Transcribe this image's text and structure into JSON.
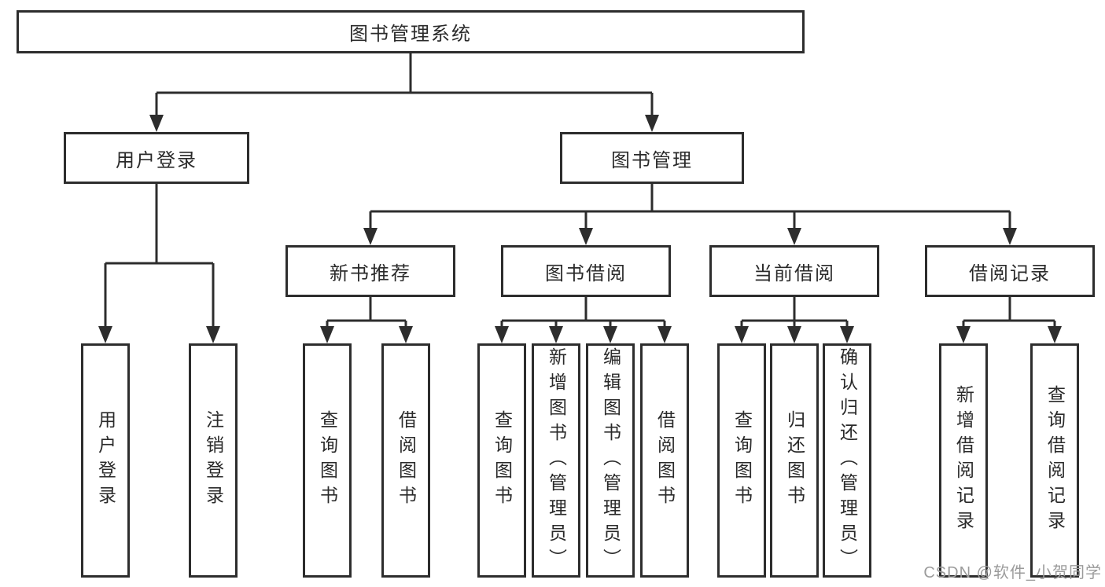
{
  "diagram": {
    "root": {
      "label": "图书管理系统"
    },
    "level2": [
      {
        "label": "用户登录"
      },
      {
        "label": "图书管理"
      }
    ],
    "level3": [
      {
        "label": "新书推荐",
        "parent": "图书管理"
      },
      {
        "label": "图书借阅",
        "parent": "图书管理"
      },
      {
        "label": "当前借阅",
        "parent": "图书管理"
      },
      {
        "label": "借阅记录",
        "parent": "图书管理"
      }
    ],
    "leaves": [
      {
        "label": "用户登录",
        "parent": "用户登录"
      },
      {
        "label": "注销登录",
        "parent": "用户登录"
      },
      {
        "label": "查询图书",
        "parent": "新书推荐"
      },
      {
        "label": "借阅图书",
        "parent": "新书推荐"
      },
      {
        "label": "查询图书",
        "parent": "图书借阅"
      },
      {
        "label": "新增图书（管理员）",
        "parent": "图书借阅"
      },
      {
        "label": "编辑图书（管理员）",
        "parent": "图书借阅"
      },
      {
        "label": "借阅图书",
        "parent": "图书借阅"
      },
      {
        "label": "查询图书",
        "parent": "当前借阅"
      },
      {
        "label": "归还图书",
        "parent": "当前借阅"
      },
      {
        "label": "确认归还（管理员）",
        "parent": "当前借阅"
      },
      {
        "label": "新增借阅记录",
        "parent": "借阅记录"
      },
      {
        "label": "查询借阅记录",
        "parent": "借阅记录"
      }
    ]
  },
  "watermark": {
    "text": "CSDN @软件_小贺同学"
  },
  "colors": {
    "line": "#2d2d2d",
    "text": "#2a2a2a",
    "watermark": "#9b9b9b",
    "background": "#ffffff"
  }
}
